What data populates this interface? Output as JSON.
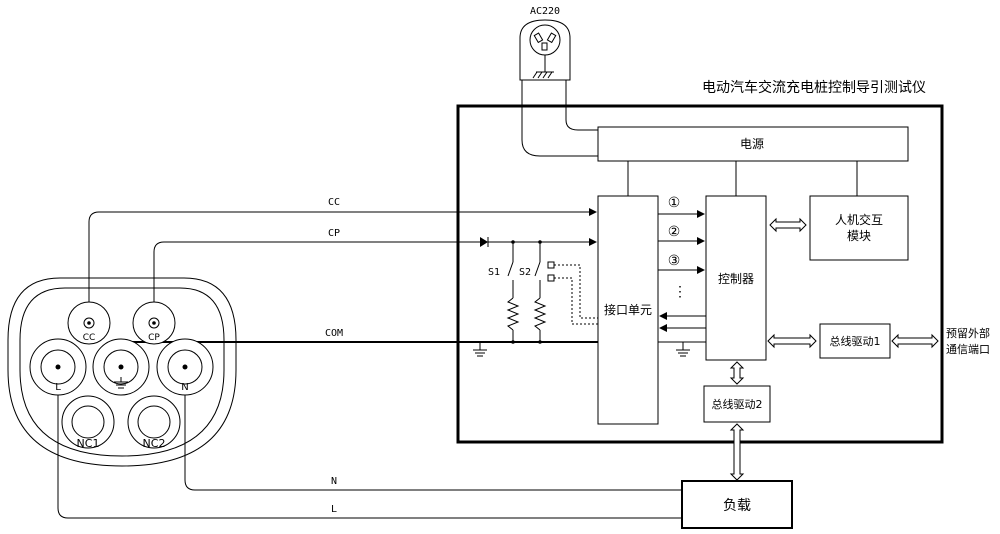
{
  "power_source": {
    "label": "AC220"
  },
  "tester": {
    "title": "电动汽车交流充电桩控制导引测试仪"
  },
  "blocks": {
    "power": "电源",
    "interface": "接口单元",
    "controller": "控制器",
    "hmi_line1": "人机交互",
    "hmi_line2": "模块",
    "bus_driver_1": "总线驱动1",
    "bus_driver_2": "总线驱动2",
    "load": "负载"
  },
  "external_port": {
    "line1": "预留外部",
    "line2": "通信端口"
  },
  "signals": {
    "cc": "CC",
    "cp": "CP",
    "com": "COM",
    "n": "N",
    "l": "L"
  },
  "switches": {
    "s1": "S1",
    "s2": "S2"
  },
  "channels": {
    "ch1": "①",
    "ch2": "②",
    "ch3": "③",
    "more": "⋮"
  },
  "connector": {
    "cc": "CC",
    "cp": "CP",
    "l": "L",
    "n": "N",
    "nc1": "NC1",
    "nc2": "NC2"
  }
}
